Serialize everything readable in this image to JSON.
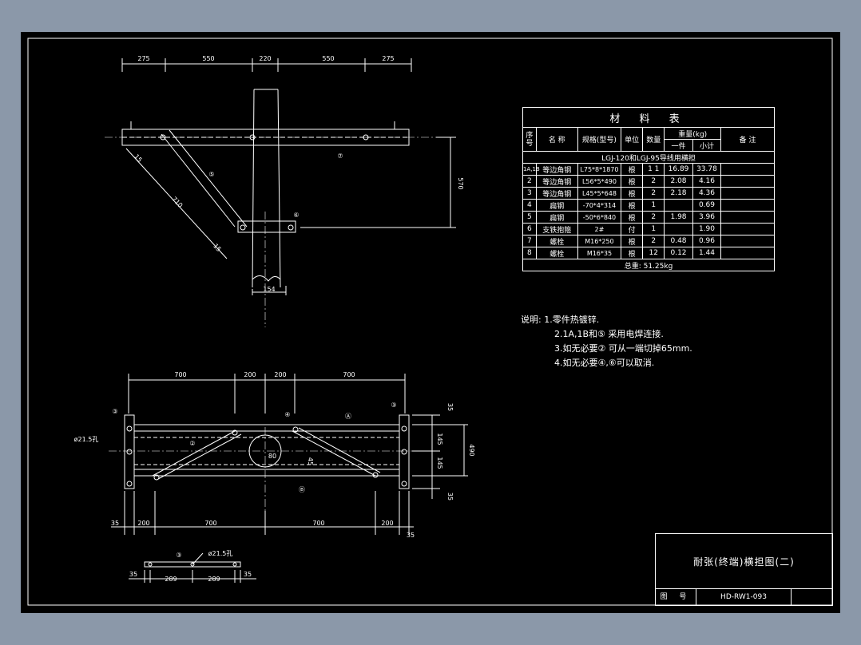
{
  "top_dims": [
    "275",
    "550",
    "220",
    "550",
    "275"
  ],
  "top_labels": {
    "part7": "⑦",
    "part5": "⑤",
    "part6": "⑥",
    "dim_570": "570",
    "dim_154": "154",
    "diag_a": "15",
    "diag_b": "710",
    "diag_c": "15"
  },
  "plan_dims_top": [
    "700",
    "200",
    "200",
    "700"
  ],
  "plan_dims_bottom": [
    "35",
    "200",
    "700",
    "700",
    "200",
    "35"
  ],
  "plan_dims_right": [
    "35",
    "145",
    "145",
    "35",
    "490"
  ],
  "plan_labels": {
    "hole": "ø21.5孔",
    "part3a": "③",
    "part3b": "③",
    "part4": "④",
    "partA": "Ⓐ",
    "partB": "Ⓑ",
    "part2": "②",
    "dim_80": "80",
    "dim_45": "45"
  },
  "detail": {
    "label": "③",
    "hole": "ø21.5孔",
    "dims": [
      "35",
      "289",
      "289",
      "35"
    ]
  },
  "materials": {
    "title": "材  料  表",
    "headers": {
      "seq": "序号",
      "name": "名 称",
      "spec": "规格(型号)",
      "unit": "单位",
      "qty": "数量",
      "weight": "重量(kg)",
      "each": "一件",
      "subtotal": "小计",
      "remark": "备 注"
    },
    "subtitle": "LGJ-120和LGJ-95导线用横担",
    "rows": [
      {
        "seq": "1A,1B",
        "name": "等边角钢",
        "spec": "L75*8*1870",
        "unit": "根",
        "qty": "1 1",
        "each": "16.89",
        "sub": "33.78"
      },
      {
        "seq": "2",
        "name": "等边角钢",
        "spec": "L56*5*490",
        "unit": "根",
        "qty": "2",
        "each": "2.08",
        "sub": "4.16"
      },
      {
        "seq": "3",
        "name": "等边角钢",
        "spec": "L45*5*648",
        "unit": "根",
        "qty": "2",
        "each": "2.18",
        "sub": "4.36"
      },
      {
        "seq": "4",
        "name": "扁钢",
        "spec": "-70*4*314",
        "unit": "根",
        "qty": "1",
        "each": "",
        "sub": "0.69"
      },
      {
        "seq": "5",
        "name": "扁钢",
        "spec": "-50*6*840",
        "unit": "根",
        "qty": "2",
        "each": "1.98",
        "sub": "3.96"
      },
      {
        "seq": "6",
        "name": "支铁抱箍",
        "spec": "2#",
        "unit": "付",
        "qty": "1",
        "each": "",
        "sub": "1.90"
      },
      {
        "seq": "7",
        "name": "螺栓",
        "spec": "M16*250",
        "unit": "根",
        "qty": "2",
        "each": "0.48",
        "sub": "0.96"
      },
      {
        "seq": "8",
        "name": "螺栓",
        "spec": "M16*35",
        "unit": "根",
        "qty": "12",
        "each": "0.12",
        "sub": "1.44"
      }
    ],
    "total": "总重: 51.25kg"
  },
  "notes": {
    "prefix": "说明:",
    "items": [
      "1.零件热镀锌.",
      "2.1A,1B和⑤ 采用电焊连接.",
      "3.如无必要② 可从一端切掉65mm.",
      "4.如无必要④,⑥可以取消."
    ]
  },
  "title_block": {
    "name": "耐张(终端)横担图(二)",
    "label": "图 号",
    "code": "HD-RW1-093"
  }
}
